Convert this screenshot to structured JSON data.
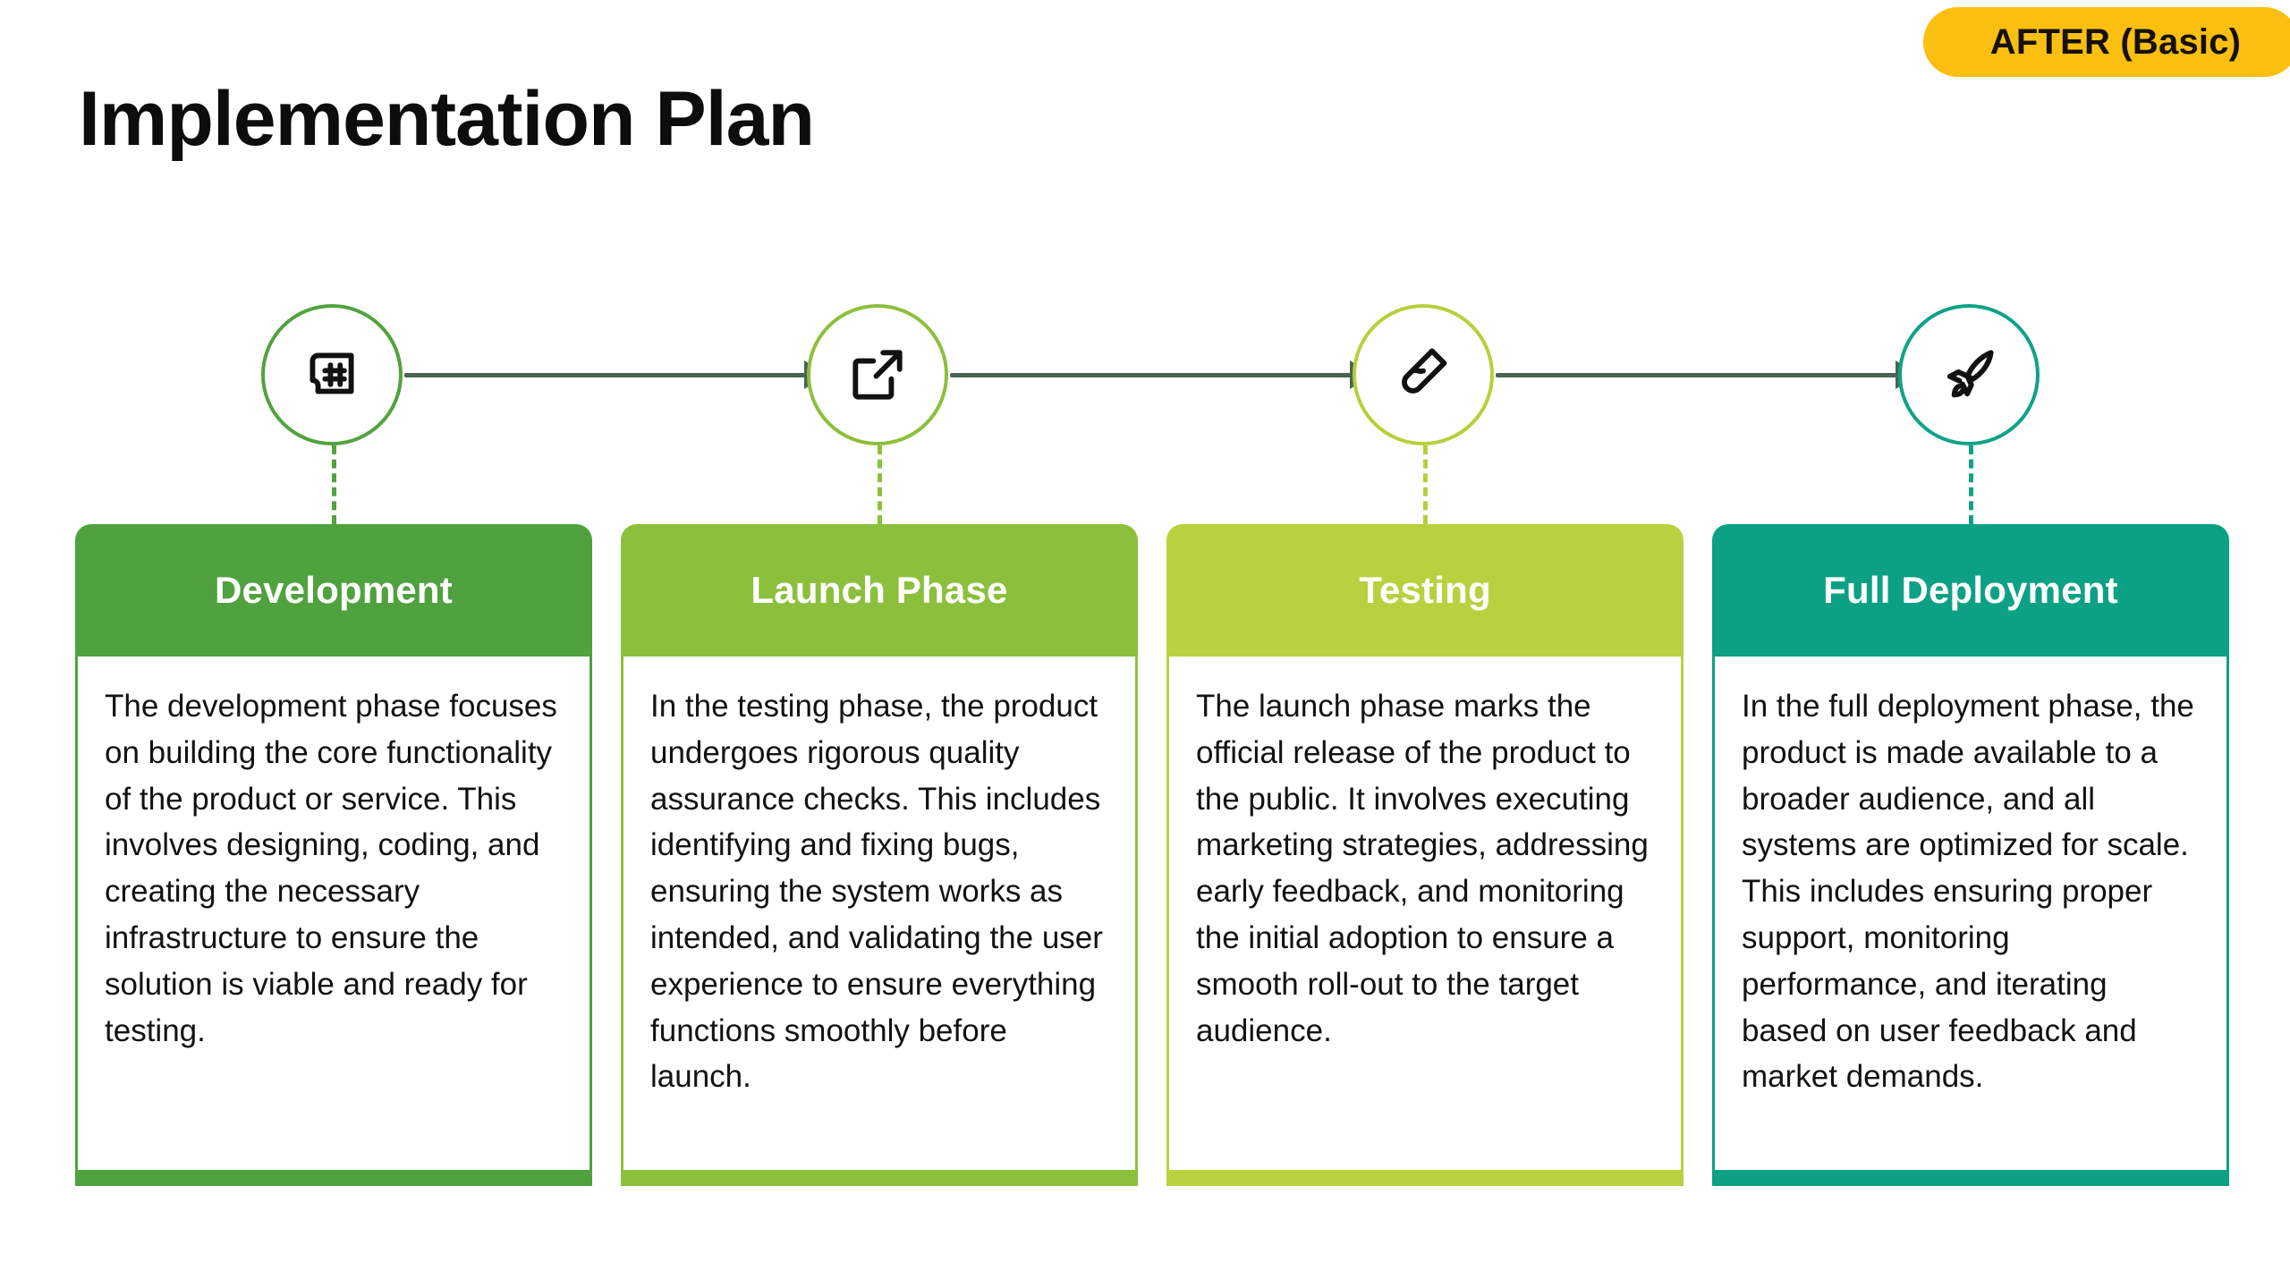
{
  "badge": {
    "label": "AFTER (Basic)",
    "color": "#FBBF12",
    "text_color": "#16100A"
  },
  "page_title": "Implementation Plan",
  "arrow_color": "#4B6354",
  "steps": [
    {
      "icon": "blueprint-icon",
      "ring_color": "#51A33D",
      "header_color": "#4FA23E",
      "title": "Development",
      "body": "The development phase focuses on building the core functionality of the product or service. This involves designing, coding, and creating the necessary infrastructure to ensure the solution is viable and ready for testing."
    },
    {
      "icon": "external-link-icon",
      "ring_color": "#8CC03C",
      "header_color": "#8CC03C",
      "title": "Launch Phase",
      "body": "In the testing phase, the product undergoes rigorous quality assurance checks. This includes identifying and fixing bugs, ensuring the system works as intended, and validating the user experience to ensure everything functions smoothly before launch."
    },
    {
      "icon": "test-tube-icon",
      "ring_color": "#B7CF3C",
      "header_color": "#B9D13E",
      "title": "Testing",
      "body": "The launch phase marks the official release of the product to the public. It involves executing marketing strategies, addressing early feedback, and monitoring the initial adoption to ensure a smooth roll-out to the target audience."
    },
    {
      "icon": "rocket-icon",
      "ring_color": "#10A287",
      "header_color": "#0CA184",
      "title": "Full Deployment",
      "body": "In the full deployment phase, the product is made available to a broader audience, and all systems are optimized for scale. This includes ensuring proper support, monitoring performance, and iterating based on user feedback and market demands."
    }
  ]
}
